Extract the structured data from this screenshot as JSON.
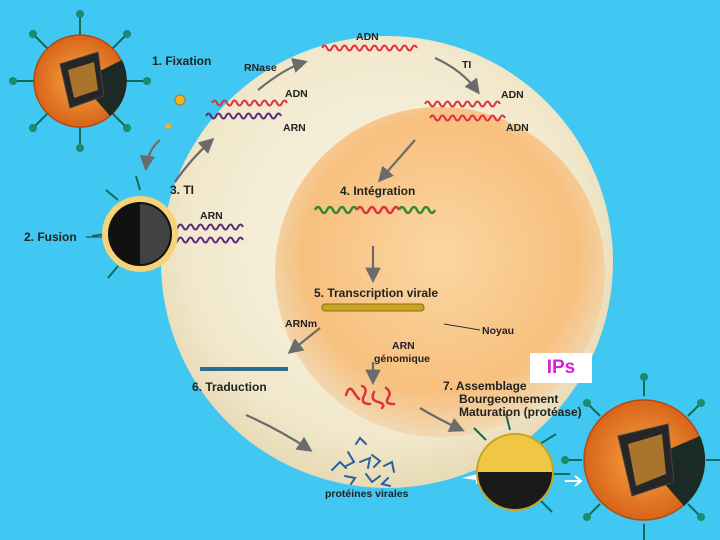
{
  "steps": {
    "fixation": "1. Fixation",
    "fusion": "2. Fusion",
    "ti": "3. TI",
    "integration": "4. Intégration",
    "transcription": "5. Transcription virale",
    "traduction": "6. Traduction",
    "assemblage": [
      "7. Assemblage",
      "Bourgeonnement",
      "Maturation (protéase)"
    ]
  },
  "labels": {
    "rnase": "RNase",
    "adn_top": "ADN",
    "ti_top": "TI",
    "adn_hybrid": "ADN",
    "arn_hybrid": "ARN",
    "adn_ds_1": "ADN",
    "adn_ds_2": "ADN",
    "arn_fusion": "ARN",
    "arnm": "ARNm",
    "arn_genomique": [
      "ARN",
      "génomique"
    ],
    "noyau": "Noyau",
    "proteines_virales": "protéines virales"
  },
  "callout": "IPs",
  "colors": {
    "background": "#41c8f2",
    "cell": "#f3ecd6",
    "nucleus": "#f9c98a",
    "dna": "#e0303c",
    "rna": "#5a2b7a",
    "host_dna": "#2f8a2f",
    "virus_shell": "#e87a1e",
    "callout_text": "#d81fd8"
  }
}
